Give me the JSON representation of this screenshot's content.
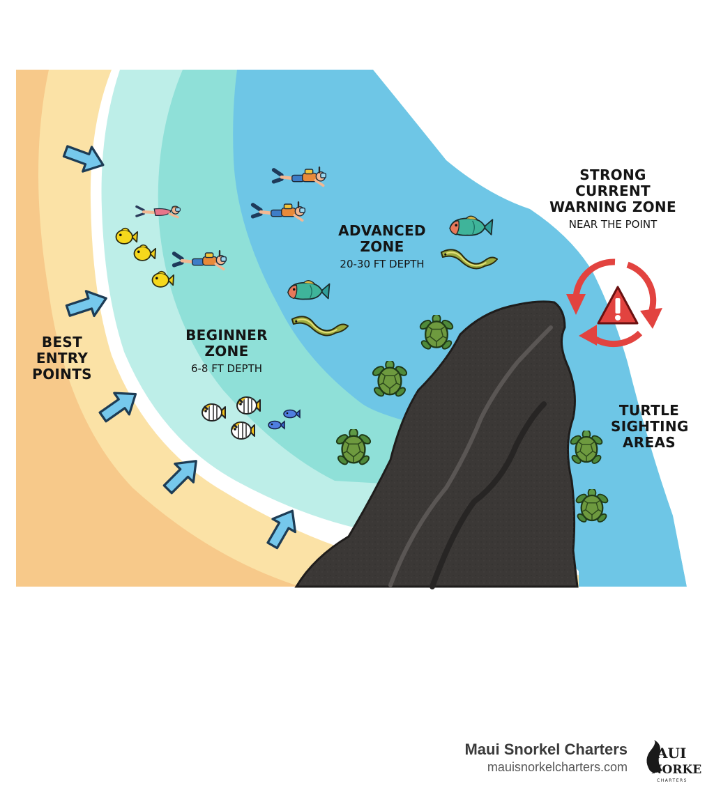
{
  "zones": {
    "entry": {
      "title": "BEST ENTRY POINTS"
    },
    "beginner": {
      "title": "BEGINNER ZONE",
      "depth": "6-8 FT DEPTH"
    },
    "advanced": {
      "title": "ADVANCED ZONE",
      "depth": "20-30 FT DEPTH"
    },
    "current": {
      "title": "STRONG CURRENT WARNING ZONE",
      "note": "NEAR THE POINT"
    },
    "turtles": {
      "title": "TURTLE SIGHTING AREAS"
    }
  },
  "brand": {
    "name": "Maui Snorkel Charters",
    "url": "mauisnorkelcharters.com",
    "logo_text": "MAUI SNORKEL CHARTERS"
  },
  "colors": {
    "sand_dark": "#f7c98a",
    "sand_light": "#fbe2a6",
    "shallow": "#bdeee8",
    "mid": "#8fe0d8",
    "deep": "#6ec6e6",
    "rock": "#3b3836",
    "warning": "#e2433f",
    "arrow": "#76c8ec"
  },
  "icons": [
    "entry-arrow-icon",
    "snorkeler-icon",
    "fish-icon",
    "eel-icon",
    "sea-turtle-icon",
    "warning-triangle-icon",
    "current-arrows-icon"
  ]
}
